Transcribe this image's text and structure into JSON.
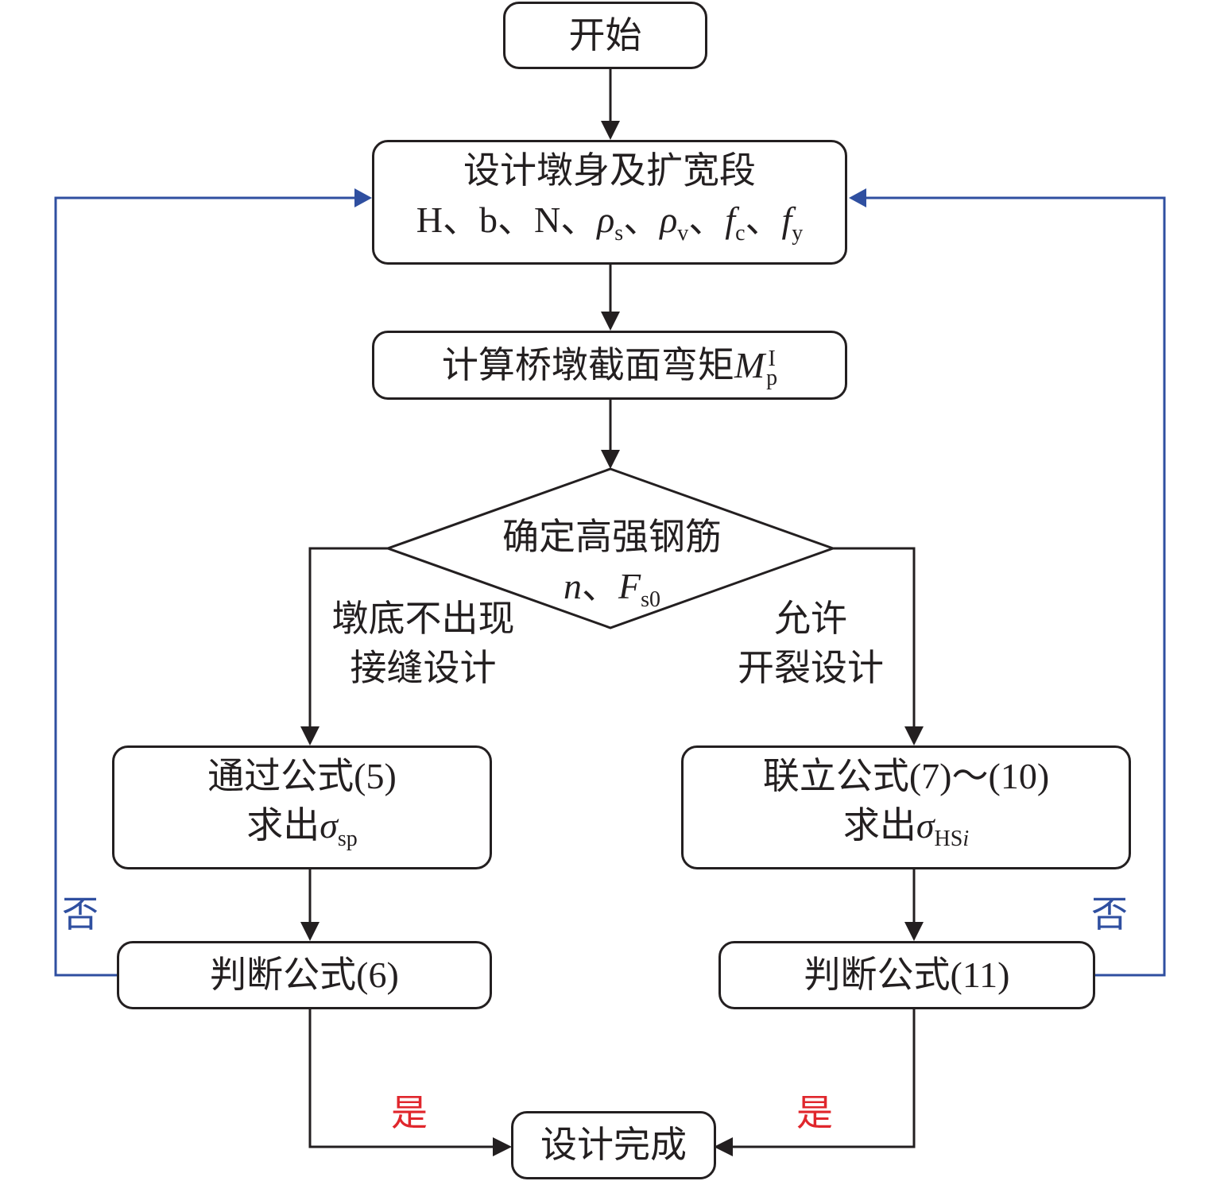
{
  "diagram": {
    "title": "Bridge pier design flowchart",
    "colors": {
      "line": "#231f20",
      "feedback": "#2f4fa0",
      "yes_label": "#e0262c",
      "no_label": "#2f4fa0"
    },
    "nodes": {
      "start": {
        "text": "开始"
      },
      "design": {
        "line1": "设计墩身及扩宽段",
        "params": [
          {
            "base": "H",
            "sub": ""
          },
          {
            "base": "b",
            "sub": ""
          },
          {
            "base": "N",
            "sub": ""
          },
          {
            "base": "ρ",
            "sub": "s"
          },
          {
            "base": "ρ",
            "sub": "v"
          },
          {
            "base": "f",
            "sub": "c"
          },
          {
            "base": "f",
            "sub": "y"
          }
        ],
        "separator": "、"
      },
      "moment": {
        "text": "计算桥墩截面弯矩",
        "symbol": "M",
        "sup": "I",
        "sub": "p"
      },
      "decision": {
        "line1": "确定高强钢筋",
        "var1": "n",
        "separator": "、",
        "var2": "F",
        "var2_sub": "s0"
      },
      "left_calc": {
        "line1": "通过公式(5)",
        "line2_text": "求出",
        "symbol": "σ",
        "sub": "sp"
      },
      "right_calc": {
        "line1": "联立公式(7)～(10)",
        "line2_text": "求出",
        "symbol": "σ",
        "sub": "HS",
        "sub_italic": "i"
      },
      "left_check": {
        "text": "判断公式(6)"
      },
      "right_check": {
        "text": "判断公式(11)"
      },
      "end": {
        "text": "设计完成"
      }
    },
    "branch_labels": {
      "left": [
        "墩底不出现",
        "接缝设计"
      ],
      "right": [
        "允许",
        "开裂设计"
      ]
    },
    "edge_labels": {
      "no_left": "否",
      "no_right": "否",
      "yes_left": "是",
      "yes_right": "是"
    },
    "edges": [
      {
        "from": "start",
        "to": "design"
      },
      {
        "from": "design",
        "to": "moment"
      },
      {
        "from": "moment",
        "to": "decision"
      },
      {
        "from": "decision",
        "to": "left_calc",
        "label": "墩底不出现接缝设计"
      },
      {
        "from": "decision",
        "to": "right_calc",
        "label": "允许开裂设计"
      },
      {
        "from": "left_calc",
        "to": "left_check"
      },
      {
        "from": "right_calc",
        "to": "right_check"
      },
      {
        "from": "left_check",
        "to": "design",
        "label": "否"
      },
      {
        "from": "right_check",
        "to": "design",
        "label": "否"
      },
      {
        "from": "left_check",
        "to": "end",
        "label": "是"
      },
      {
        "from": "right_check",
        "to": "end",
        "label": "是"
      }
    ]
  }
}
